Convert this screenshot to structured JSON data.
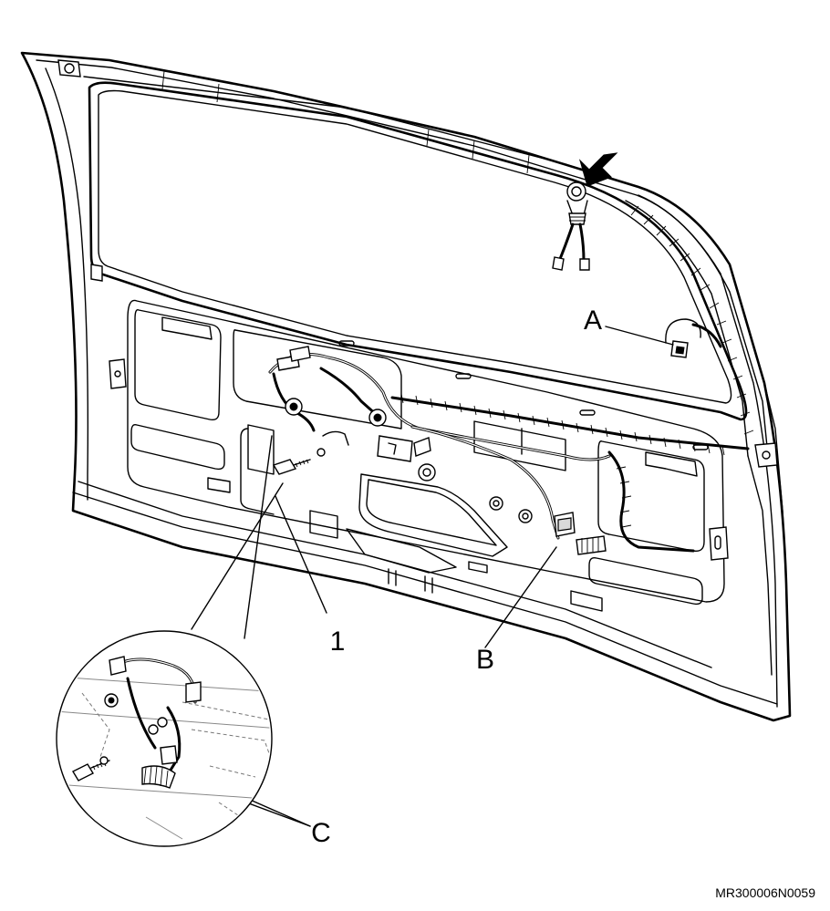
{
  "labels": {
    "callout_1": "1",
    "callout_a": "A",
    "callout_b": "B",
    "callout_c": "C"
  },
  "reference_code": "MR300006N0059"
}
